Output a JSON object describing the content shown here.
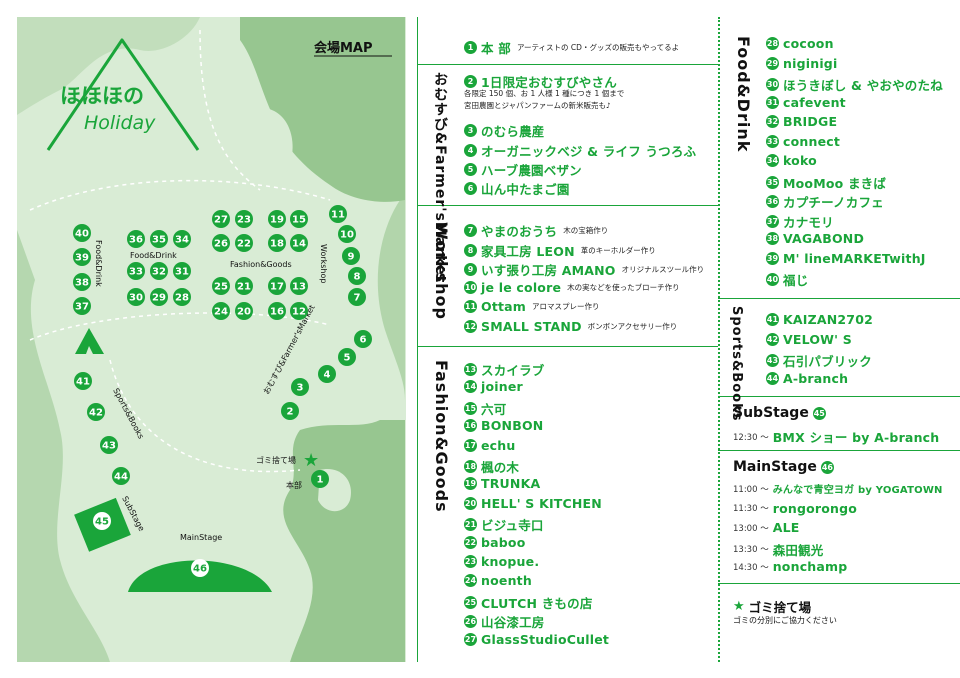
{
  "map": {
    "title": "会場MAP",
    "logo_line1": "ほほほの",
    "logo_line2": "Holiday",
    "zone_labels": {
      "food_drink_upper": "Food&Drink",
      "food_drink_left": "Food&Drink",
      "fashion_goods": "Fashion&Goods",
      "workshop": "Workshop",
      "omusubi_farmers": "おむすび&Farmer'sMarket",
      "sports_books": "Sports&Books",
      "substage": "SubStage",
      "mainstage": "MainStage",
      "trash": "ゴミ捨て場",
      "honbu": "本部"
    },
    "numbers": [
      "1",
      "2",
      "3",
      "4",
      "5",
      "6",
      "7",
      "8",
      "9",
      "10",
      "11",
      "12",
      "13",
      "14",
      "15",
      "16",
      "17",
      "18",
      "19",
      "20",
      "21",
      "22",
      "23",
      "24",
      "25",
      "26",
      "27",
      "28",
      "29",
      "30",
      "31",
      "32",
      "33",
      "34",
      "35",
      "36",
      "37",
      "38",
      "39",
      "40",
      "41",
      "42",
      "43",
      "44",
      "45",
      "46"
    ]
  },
  "headquarters": {
    "num": "1",
    "name": "本 部",
    "note": "アーティストの CD・グッズの販売もやってるよ"
  },
  "omusubi": {
    "title": "おむすび&Farmer'sMarket",
    "items": [
      {
        "num": "2",
        "name": "1日限定おむすびやさん",
        "note1": "各限定 150 個、お 1 人様 1 種につき 1 個まで",
        "note2": "宮田農園とジャパンファームの新米販売も♪"
      },
      {
        "num": "3",
        "name": "のむら農産"
      },
      {
        "num": "4",
        "name": "オーガニックベジ & ライフ うつろふ"
      },
      {
        "num": "5",
        "name": "ハーブ農園ベザン"
      },
      {
        "num": "6",
        "name": "山ん中たまご園"
      }
    ]
  },
  "workshop": {
    "title": "Workshop",
    "items": [
      {
        "num": "7",
        "name": "やまのおうち",
        "note": "木の宝箱作り"
      },
      {
        "num": "8",
        "name": "家具工房 LEON",
        "note": "革のキーホルダー作り"
      },
      {
        "num": "9",
        "name": "いす張り工房 AMANO",
        "note": "オリジナルスツール作り"
      },
      {
        "num": "10",
        "name": "je le colore",
        "note": "木の実などを使ったブローチ作り"
      },
      {
        "num": "11",
        "name": "Ottam",
        "note": "アロマスプレー作り"
      },
      {
        "num": "12",
        "name": "SMALL STAND",
        "note": "ボンボンアクセサリー作り"
      }
    ]
  },
  "fashion": {
    "title": "Fashion&Goods",
    "items": [
      {
        "num": "13",
        "name": "スカイラブ"
      },
      {
        "num": "14",
        "name": "joiner"
      },
      {
        "num": "15",
        "name": "六可"
      },
      {
        "num": "16",
        "name": "BONBON"
      },
      {
        "num": "17",
        "name": "echu"
      },
      {
        "num": "18",
        "name": "楓の木"
      },
      {
        "num": "19",
        "name": "TRUNKA"
      },
      {
        "num": "20",
        "name": "HELL' S KITCHEN"
      },
      {
        "num": "21",
        "name": "ビジュ寺口"
      },
      {
        "num": "22",
        "name": "baboo"
      },
      {
        "num": "23",
        "name": "knopue."
      },
      {
        "num": "24",
        "name": "noenth"
      },
      {
        "num": "25",
        "name": "CLUTCH きもの店"
      },
      {
        "num": "26",
        "name": "山谷漆工房"
      },
      {
        "num": "27",
        "name": "GlassStudioCullet"
      }
    ]
  },
  "food": {
    "title": "Food&Drink",
    "items": [
      {
        "num": "28",
        "name": "cocoon"
      },
      {
        "num": "29",
        "name": "niginigi"
      },
      {
        "num": "30",
        "name": "ほうきぼし & やおやのたね"
      },
      {
        "num": "31",
        "name": "cafevent"
      },
      {
        "num": "32",
        "name": "BRIDGE"
      },
      {
        "num": "33",
        "name": "connect"
      },
      {
        "num": "34",
        "name": "koko"
      },
      {
        "num": "35",
        "name": "MooMoo まきば"
      },
      {
        "num": "36",
        "name": "カプチーノカフェ"
      },
      {
        "num": "37",
        "name": "カナモリ"
      },
      {
        "num": "38",
        "name": "VAGABOND"
      },
      {
        "num": "39",
        "name": "M' lineMARKETwithJ"
      },
      {
        "num": "40",
        "name": "福じ"
      }
    ]
  },
  "sports": {
    "title": "Sports&Books",
    "items": [
      {
        "num": "41",
        "name": "KAIZAN2702"
      },
      {
        "num": "42",
        "name": "VELOW' S"
      },
      {
        "num": "43",
        "name": "石引パブリック"
      },
      {
        "num": "44",
        "name": "A-branch"
      }
    ]
  },
  "substage": {
    "title": "SubStage",
    "num": "45",
    "time": "12:30 ～",
    "act": "BMX ショー by A-branch"
  },
  "mainstage": {
    "title": "MainStage",
    "num": "46",
    "items": [
      {
        "time": "11:00 ～",
        "act": "みんなで青空ヨガ by YOGATOWN"
      },
      {
        "time": "11:30 ～",
        "act": "rongorongo"
      },
      {
        "time": "13:00 ～",
        "act": "ALE"
      },
      {
        "time": "13:30 ～",
        "act": "森田観光"
      },
      {
        "time": "14:30 ～",
        "act": "nonchamp"
      }
    ]
  },
  "trash": {
    "star": "★",
    "title": "ゴミ捨て場",
    "note": "ゴミの分別にご協力ください"
  },
  "colors": {
    "green": "#1aa53a",
    "light_green": "#d9ecd5",
    "mid_green": "#97c690"
  }
}
